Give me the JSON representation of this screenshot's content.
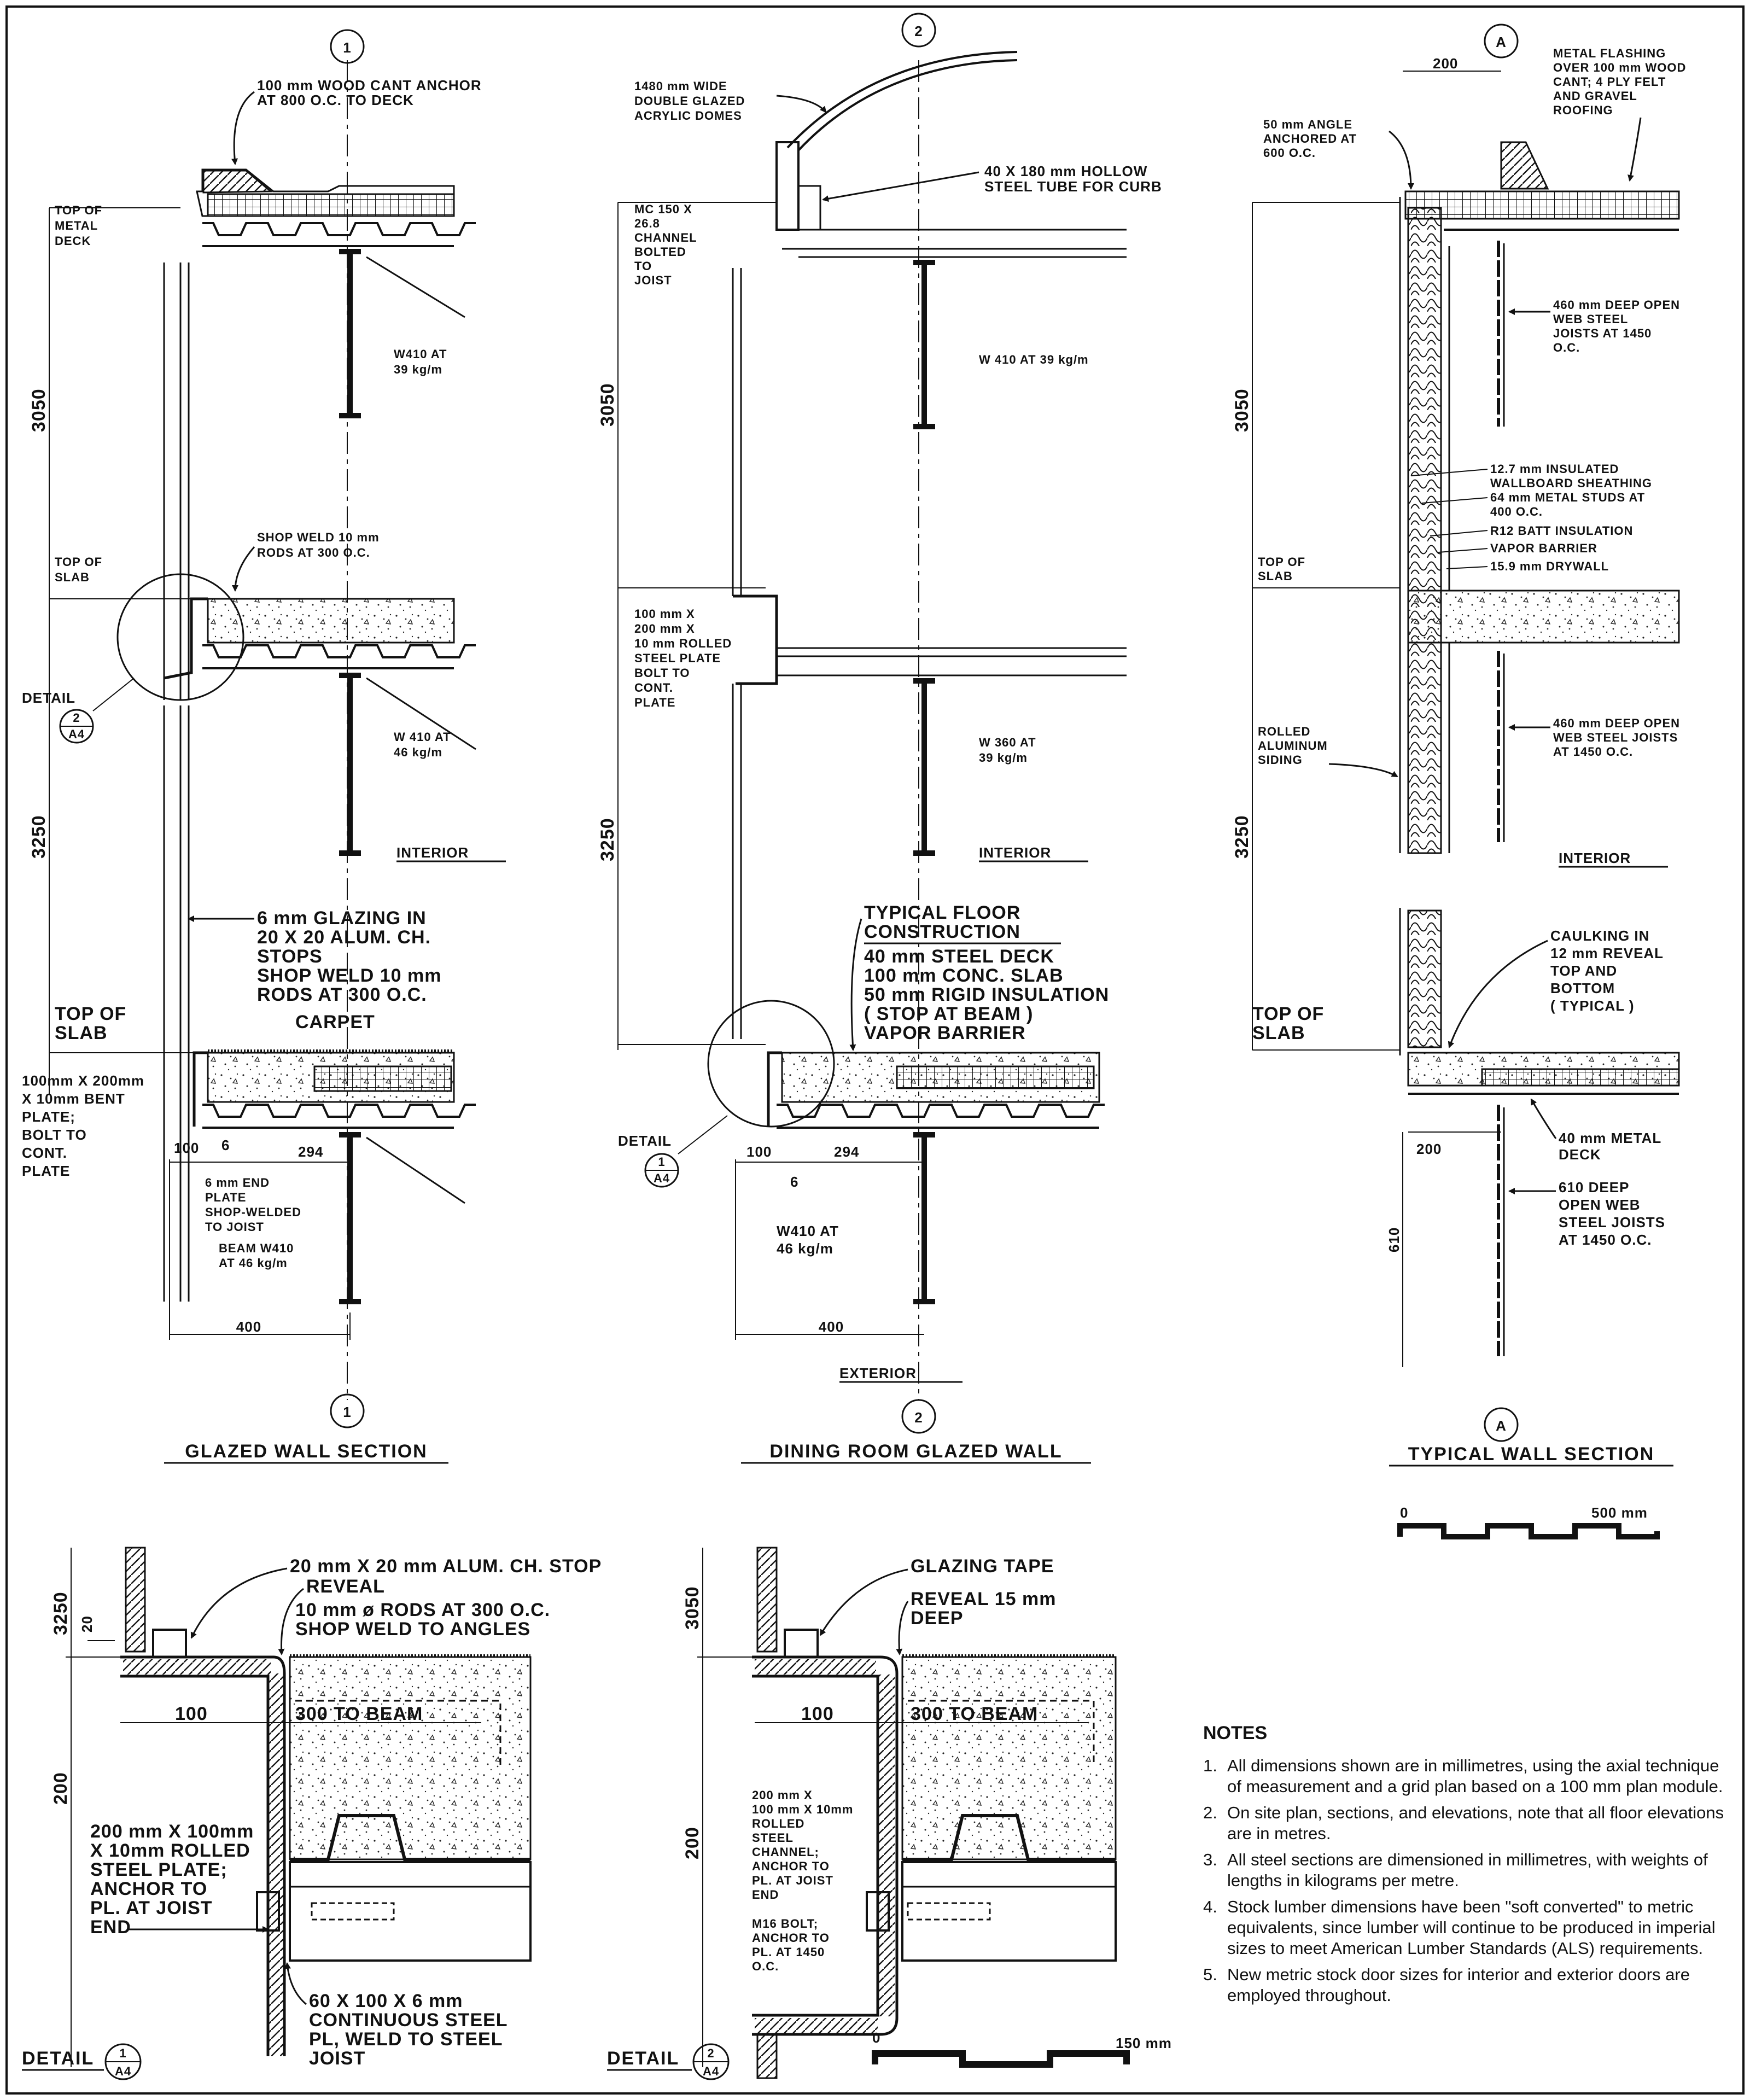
{
  "sections": {
    "glazed_wall": {
      "title": "GLAZED WALL SECTION",
      "grid_bubble": "1",
      "labels": {
        "cant": [
          "100 mm  WOOD CANT ANCHOR",
          "AT 800  O.C. TO DECK"
        ],
        "top_metal_deck": [
          "TOP OF",
          "METAL",
          "DECK"
        ],
        "beam_upper": [
          "W410 AT",
          "39 kg/m"
        ],
        "dim_upper": "3050",
        "top_slab_1": [
          "TOP OF",
          "SLAB"
        ],
        "shop_weld_1": [
          "SHOP WELD 10 mm",
          "RODS AT 300 O.C."
        ],
        "detail_word": "DETAIL",
        "detail_num": "2",
        "detail_sheet": "A4",
        "beam_mid": [
          "W 410  AT",
          "46 kg/m"
        ],
        "dim_lower": "3250",
        "interior": "INTERIOR",
        "glazing": [
          "6 mm GLAZING IN",
          "20 X 20  ALUM. CH.",
          "STOPS"
        ],
        "shop_weld_2": [
          "SHOP WELD 10 mm",
          "RODS AT 300  O.C."
        ],
        "top_slab_2": [
          "TOP OF",
          "SLAB"
        ],
        "carpet": "CARPET",
        "bent_plate": [
          "100mm X 200mm",
          "X 10mm BENT",
          "PLATE;",
          "BOLT TO",
          "CONT.",
          "PLATE"
        ],
        "dim_100": "100",
        "dim_6": "6",
        "dim_294": "294",
        "end_plate": [
          "6 mm END",
          "PLATE",
          "SHOP-WELDED",
          "TO JOIST"
        ],
        "beam_low": [
          "BEAM  W410",
          "AT 46 kg/m"
        ],
        "dim_400": "400"
      }
    },
    "dining_room": {
      "title": "DINING ROOM GLAZED WALL",
      "grid_bubble": "2",
      "labels": {
        "domes": [
          "1480 mm  WIDE",
          "DOUBLE GLAZED",
          "ACRYLIC DOMES"
        ],
        "tube": [
          "40 X 180 mm  HOLLOW",
          "STEEL TUBE FOR CURB"
        ],
        "channel": [
          "MC 150 X",
          "26.8",
          "CHANNEL",
          "BOLTED",
          "TO",
          "JOIST"
        ],
        "beam_upper": "W 410  AT  39 kg/m",
        "dim_upper": "3050",
        "plate": [
          "100 mm  X",
          "200 mm X",
          "10 mm ROLLED",
          "STEEL PLATE",
          "BOLT TO",
          "CONT.",
          "PLATE"
        ],
        "beam_mid": [
          "W 360  AT",
          "39 kg/m"
        ],
        "dim_lower": "3250",
        "interior": "INTERIOR",
        "floor_title": [
          "TYPICAL  FLOOR",
          "CONSTRUCTION"
        ],
        "floor_items": [
          "40 mm  STEEL DECK",
          "100 mm  CONC. SLAB",
          "50 mm  RIGID INSULATION",
          "( STOP AT BEAM )",
          "VAPOR  BARRIER"
        ],
        "detail_word": "DETAIL",
        "detail_num": "1",
        "detail_sheet": "A4",
        "dim_100": "100",
        "dim_6": "6",
        "dim_294": "294",
        "beam_low": [
          "W410 AT",
          "46 kg/m"
        ],
        "dim_400": "400",
        "exterior": "EXTERIOR"
      }
    },
    "typical_wall": {
      "title": "TYPICAL WALL SECTION",
      "grid_bubble": "A",
      "labels": {
        "dim_200_top": "200",
        "flashing": [
          "METAL FLASHING",
          "OVER 100 mm  WOOD",
          "CANT; 4 PLY  FELT",
          "AND GRAVEL",
          "ROOFING"
        ],
        "angle": [
          "50 mm  ANGLE",
          "ANCHORED AT",
          "600 O.C."
        ],
        "joists_1": [
          "460 mm  DEEP OPEN",
          "WEB STEEL",
          "JOISTS AT 1450",
          "O.C."
        ],
        "dim_upper": "3050",
        "layers": [
          "12.7 mm  INSULATED",
          "WALLBOARD SHEATHING",
          "64 mm   METAL STUDS AT",
          "400  O.C.",
          "R12  BATT  INSULATION",
          "VAPOR  BARRIER",
          "15.9 mm  DRYWALL"
        ],
        "top_slab_1": [
          "TOP OF",
          "SLAB"
        ],
        "joists_2": [
          "460 mm  DEEP OPEN",
          "WEB STEEL JOISTS",
          "AT 1450  O.C."
        ],
        "siding": [
          "ROLLED",
          "ALUMINUM",
          "SIDING"
        ],
        "dim_lower": "3250",
        "interior": "INTERIOR",
        "caulking": [
          "CAULKING  IN",
          "12 mm  REVEAL",
          "TOP  AND",
          "BOTTOM",
          "( TYPICAL )"
        ],
        "top_slab_2": [
          "TOP OF",
          "SLAB"
        ],
        "metal_deck": [
          "40 mm  METAL",
          "DECK"
        ],
        "dim_200_low": "200",
        "joists_3": [
          "610  DEEP",
          "OPEN  WEB",
          "STEEL JOISTS",
          "AT 1450  O.C."
        ],
        "dim_610": "610"
      },
      "scale": {
        "start": "0",
        "end": "500 mm"
      }
    },
    "detail_1": {
      "detail_word": "DETAIL",
      "detail_num": "1",
      "detail_sheet": "A4",
      "labels": {
        "dim_3250": "3250",
        "dim_20": "20",
        "stop": "20 mm X 20 mm  ALUM. CH. STOP",
        "reveal": "REVEAL",
        "rods": [
          "10  mm  ø  RODS AT 300 O.C.",
          "SHOP WELD TO ANGLES"
        ],
        "dim_100": "100",
        "to_beam": "300 TO BEAM",
        "dim_200": "200",
        "plate": [
          "200 mm X 100mm",
          "X 10mm ROLLED",
          "STEEL PLATE;",
          "ANCHOR TO",
          "PL. AT JOIST",
          "END"
        ],
        "cont_plate": [
          "60 X 100 X 6 mm",
          "CONTINUOUS STEEL",
          "PL, WELD TO STEEL",
          "JOIST"
        ]
      }
    },
    "detail_2": {
      "detail_word": "DETAIL",
      "detail_num": "2",
      "detail_sheet": "A4",
      "labels": {
        "dim_3050": "3050",
        "tape": "GLAZING TAPE",
        "reveal": [
          "REVEAL  15 mm",
          "DEEP"
        ],
        "dim_100": "100",
        "to_beam": "300 TO BEAM",
        "dim_200": "200",
        "channel": [
          "200 mm X",
          "100 mm X 10mm",
          "ROLLED",
          "STEEL",
          "CHANNEL;",
          "ANCHOR TO",
          "PL. AT JOIST",
          "END"
        ],
        "bolt": [
          "M16 BOLT;",
          "ANCHOR TO",
          "PL. AT 1450",
          "O.C."
        ]
      },
      "scale": {
        "start": "0",
        "end": "150 mm"
      }
    }
  },
  "notes": {
    "heading": "NOTES",
    "items": [
      {
        "n": "1.",
        "text": "All dimensions shown are in millimetres, using the axial technique of measurement and a grid plan based on a 100 mm plan module."
      },
      {
        "n": "2.",
        "text": "On site plan, sections, and elevations, note that all floor elevations are in metres."
      },
      {
        "n": "3.",
        "text": "All steel sections are dimensioned in millimetres, with weights of lengths in kilograms per metre."
      },
      {
        "n": "4.",
        "text": "Stock lumber dimensions have been \"soft converted\" to metric equivalents, since lumber will continue to be produced in imperial sizes to meet American Lumber Standards (ALS) requirements."
      },
      {
        "n": "5.",
        "text": "New metric stock door sizes for interior and exterior doors are employed throughout."
      }
    ]
  }
}
